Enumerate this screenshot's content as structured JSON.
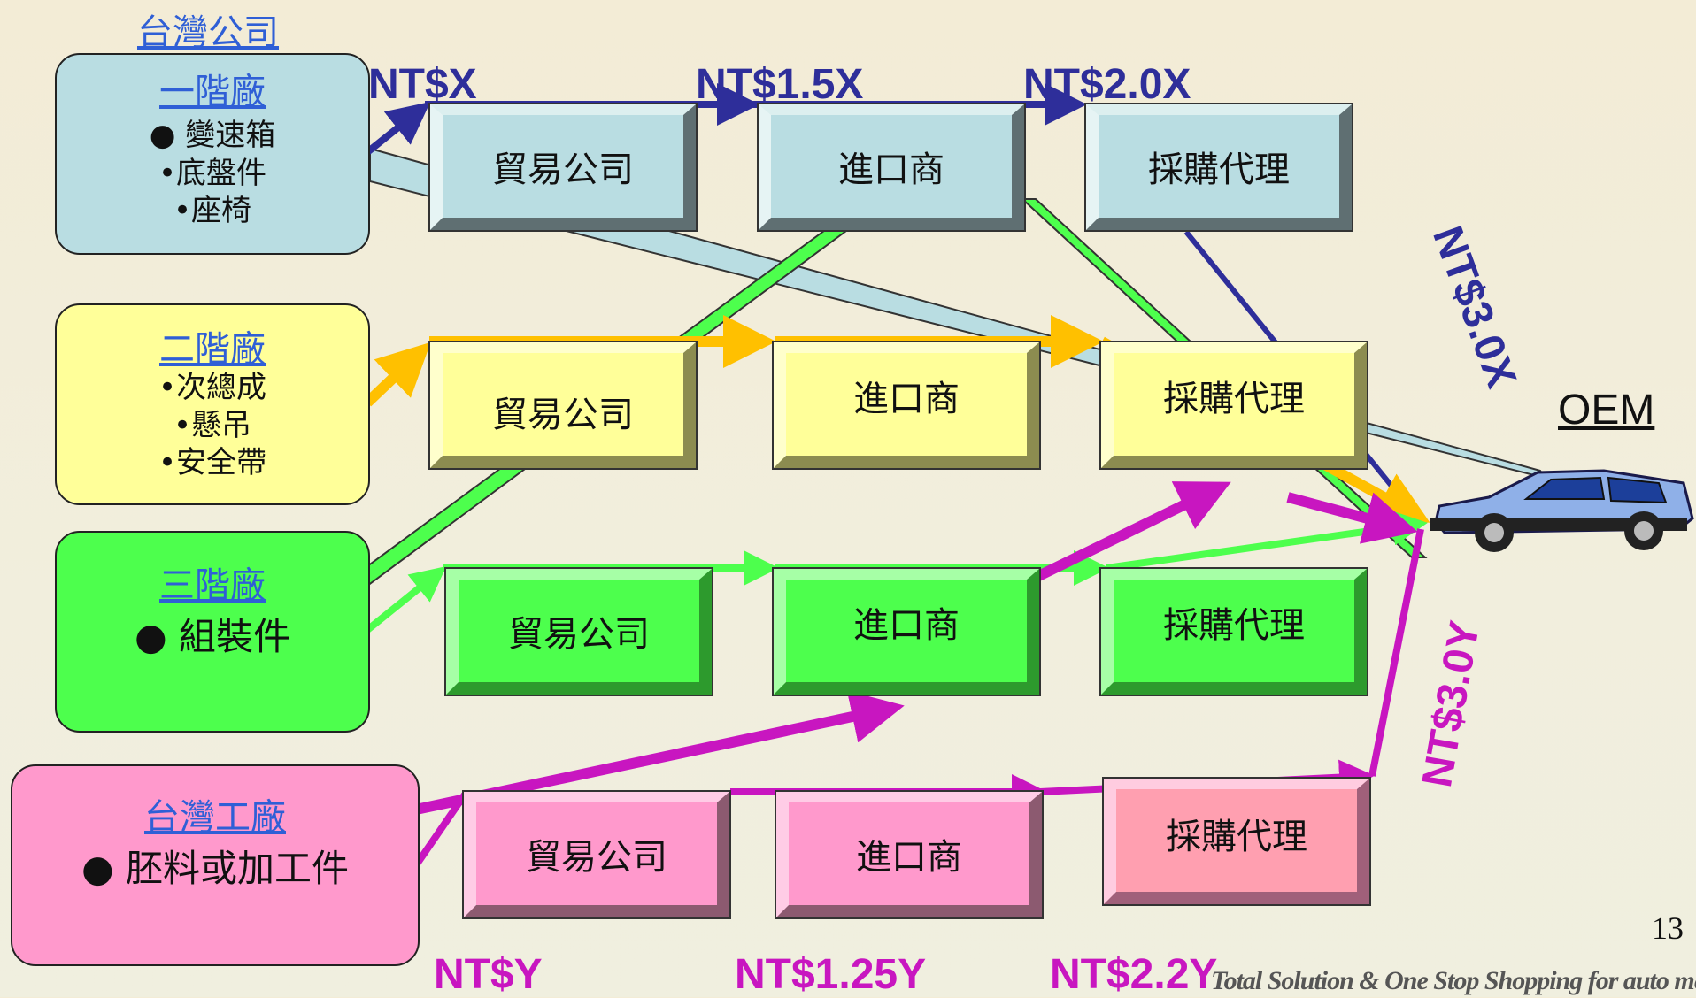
{
  "company_title": "台灣公司",
  "suppliers": {
    "tier1": {
      "title": "一階廠",
      "items": [
        "● 變速箱",
        "•底盤件",
        "•座椅"
      ]
    },
    "tier2": {
      "title": "二階廠",
      "items": [
        "•次總成",
        "•懸吊",
        "•安全帶"
      ]
    },
    "tier3": {
      "title": "三階廠",
      "items": [
        "● 組裝件"
      ]
    },
    "factory": {
      "title": "台灣工廠",
      "items": [
        "● 胚料或加工件"
      ]
    }
  },
  "boxes": {
    "trading": "貿易公司",
    "importer": "進口商",
    "agent": "採購代理"
  },
  "prices": {
    "top": [
      "NT$X",
      "NT$1.5X",
      "NT$2.0X"
    ],
    "bottom": [
      "NT$Y",
      "NT$1.25Y",
      "NT$2.2Y"
    ],
    "right_top": "NT$3.0X",
    "right_bottom": "NT$3.0Y"
  },
  "oem": "OEM",
  "page_number": "13",
  "footer": "Total Solution & One Stop Shopping for auto met",
  "colors": {
    "blue_row": "#b9dde2",
    "yellow_row": "#ffff99",
    "green_row": "#4dff4d",
    "pink_row": "#ff99cc",
    "blue_arrow": "#2e2e9a",
    "yellow_arrow": "#ffc000",
    "green_arrow": "#4dff4d",
    "magenta_arrow": "#c816c0"
  }
}
